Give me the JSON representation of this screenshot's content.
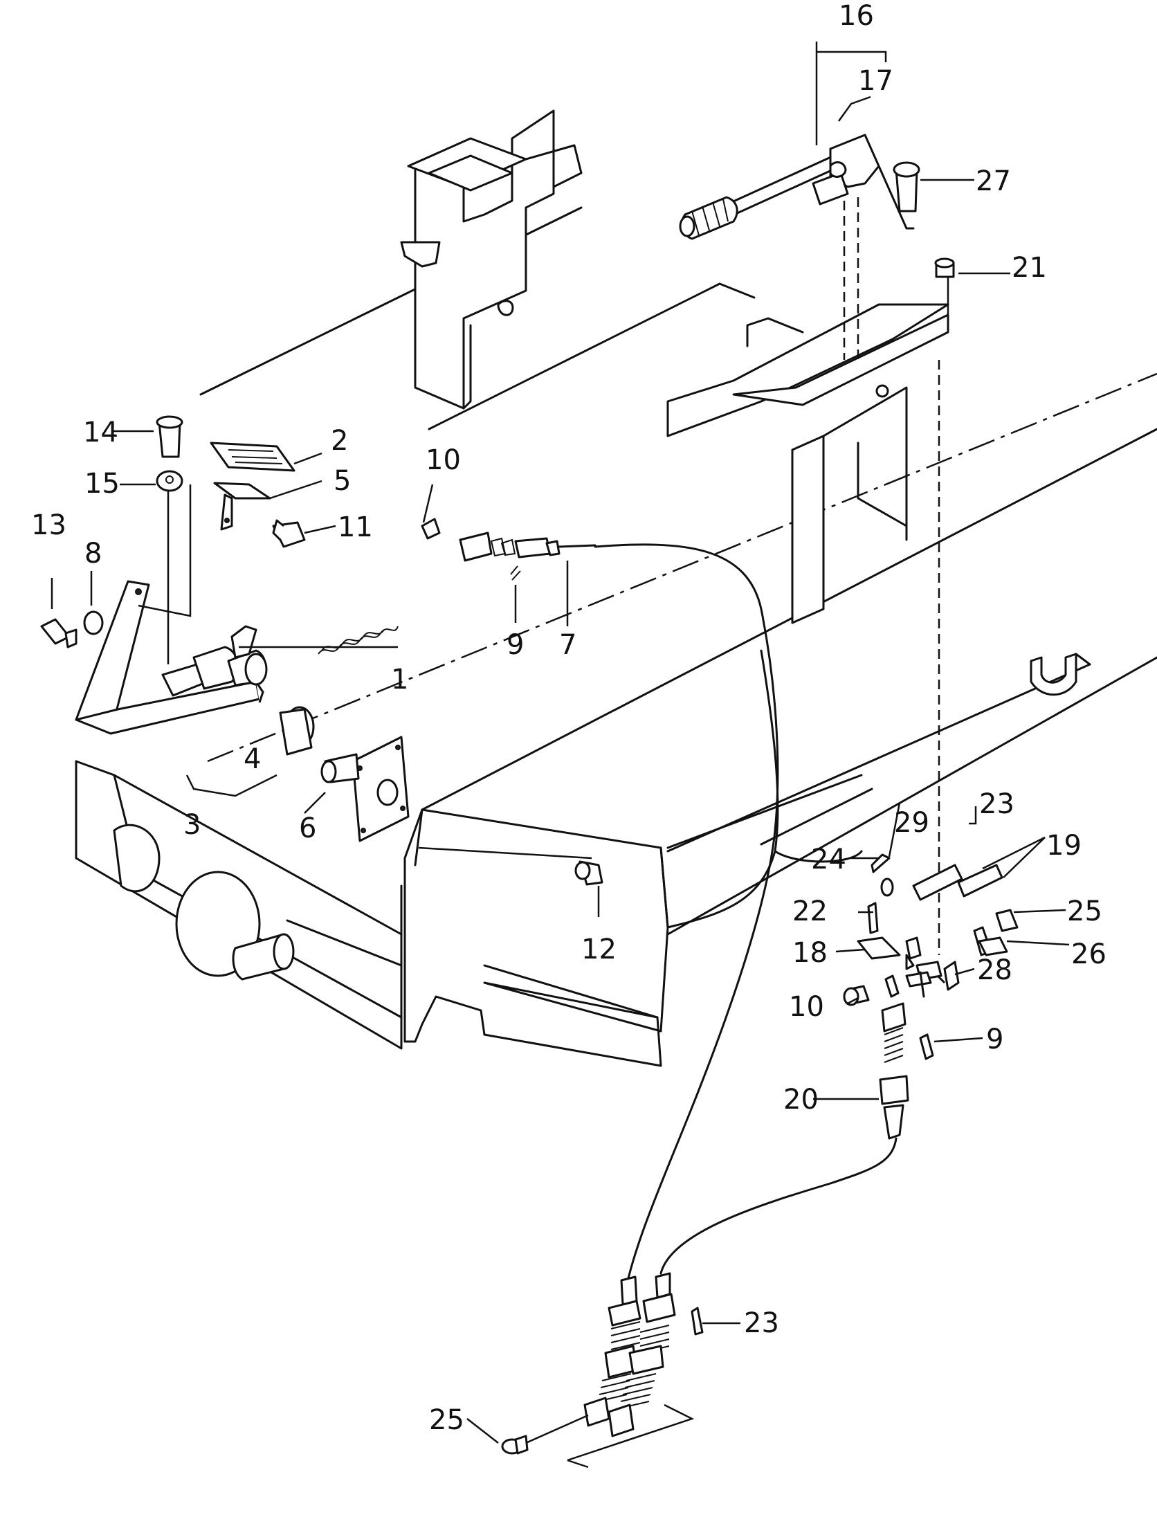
{
  "callouts": [
    {
      "id": "c1",
      "text": "1"
    },
    {
      "id": "c2",
      "text": "2"
    },
    {
      "id": "c3",
      "text": "3"
    },
    {
      "id": "c4",
      "text": "4"
    },
    {
      "id": "c5",
      "text": "5"
    },
    {
      "id": "c6",
      "text": "6"
    },
    {
      "id": "c7",
      "text": "7"
    },
    {
      "id": "c8",
      "text": "8"
    },
    {
      "id": "c9a",
      "text": "9"
    },
    {
      "id": "c9b",
      "text": "9"
    },
    {
      "id": "c10a",
      "text": "10"
    },
    {
      "id": "c10b",
      "text": "10"
    },
    {
      "id": "c11",
      "text": "11"
    },
    {
      "id": "c12",
      "text": "12"
    },
    {
      "id": "c13",
      "text": "13"
    },
    {
      "id": "c14",
      "text": "14"
    },
    {
      "id": "c15",
      "text": "15"
    },
    {
      "id": "c16",
      "text": "16"
    },
    {
      "id": "c17",
      "text": "17"
    },
    {
      "id": "c18",
      "text": "18"
    },
    {
      "id": "c19",
      "text": "19"
    },
    {
      "id": "c20",
      "text": "20"
    },
    {
      "id": "c21",
      "text": "21"
    },
    {
      "id": "c22",
      "text": "22"
    },
    {
      "id": "c23a",
      "text": "23"
    },
    {
      "id": "c23b",
      "text": "23"
    },
    {
      "id": "c24",
      "text": "24"
    },
    {
      "id": "c25a",
      "text": "25"
    },
    {
      "id": "c25b",
      "text": "25"
    },
    {
      "id": "c26",
      "text": "26"
    },
    {
      "id": "c27",
      "text": "27"
    },
    {
      "id": "c28",
      "text": "28"
    },
    {
      "id": "c29",
      "text": "29"
    }
  ]
}
